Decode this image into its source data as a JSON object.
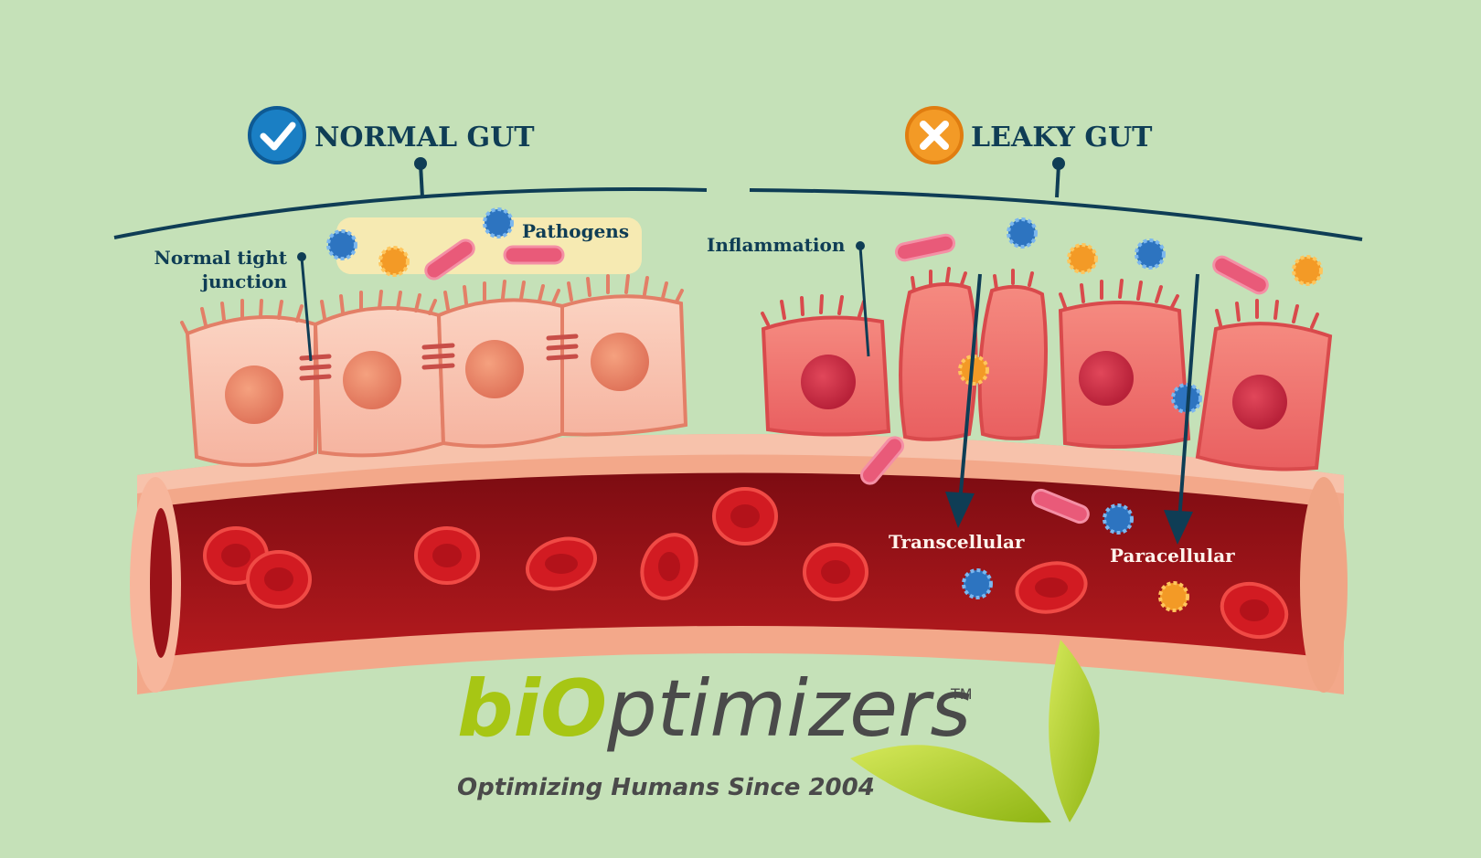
{
  "colors": {
    "background": "#c5e1b8",
    "label_text": "#0f3d55",
    "normal_cell": "#f8b9a3",
    "inflamed_cell": "#ef6e6b",
    "vessel_wall": "#f3a88a",
    "blood": "#a8141b",
    "check_badge": "#1a7fc4",
    "cross_badge": "#f39a26",
    "logo_green": "#a7c614",
    "logo_gray": "#4a4a4a"
  },
  "normal_gut": {
    "header": "NORMAL GUT",
    "badge_icon": "check-icon",
    "labels": {
      "tight_junction_line1": "Normal tight",
      "tight_junction_line2": "junction",
      "pathogens": "Pathogens"
    }
  },
  "leaky_gut": {
    "header": "LEAKY GUT",
    "badge_icon": "cross-icon",
    "labels": {
      "inflammation": "Inflammation",
      "transcellular": "Transcellular",
      "paracellular": "Paracellular"
    }
  },
  "logo": {
    "brand_part1": "biO",
    "brand_part2": "ptimizers",
    "trademark": "TM",
    "tagline": "Optimizing Humans Since 2004",
    "leaf_icon": "leaf-icon"
  }
}
